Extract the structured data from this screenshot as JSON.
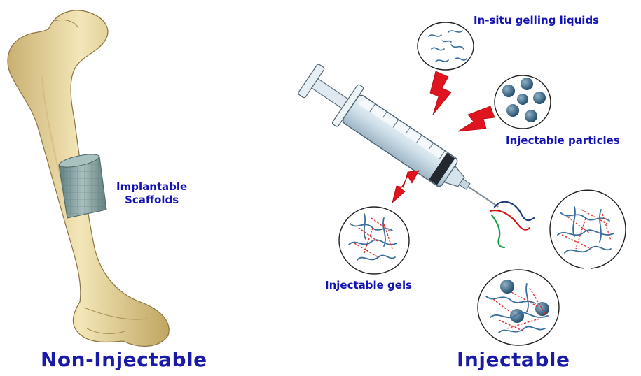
{
  "labels": {
    "scaffold_line1": "Implantable",
    "scaffold_line2": "Scaffolds",
    "insitu": "In-situ gelling liquids",
    "particles": "Injectable particles",
    "gels": "Injectable gels"
  },
  "titles": {
    "left": "Non-Injectable",
    "right": "Injectable"
  },
  "colors": {
    "label_blue": "#1414b4",
    "bone": "#e9d79a",
    "lightning_red": "#e0141e",
    "crosslink_red": "#e03030",
    "polymer_blue": "#3a6fa0",
    "scaffold_teal": "#7f9c9c"
  }
}
